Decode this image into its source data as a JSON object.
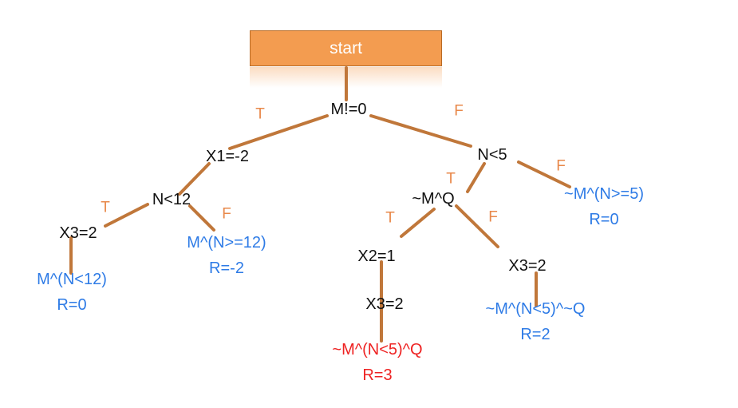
{
  "colors": {
    "edge": "#C0773A",
    "start_fill": "#F39C50",
    "branch_label": "#E8884A",
    "leaf": "#2E7BE6",
    "leaf_highlight": "#EE2222",
    "node_text": "#111111"
  },
  "start": "start",
  "nodes": {
    "root": "M!=0",
    "x1": "X1=-2",
    "n12": "N<12",
    "x3_left": "X3=2",
    "n5": "N<5",
    "mq": "~M^Q",
    "x2": "X2=1",
    "x3_mid": "X3=2",
    "x3_right": "X3=2"
  },
  "leaves": {
    "l1": {
      "cond": "M^(N<12)",
      "reward": "R=0",
      "highlight": false
    },
    "l2": {
      "cond": "M^(N>=12)",
      "reward": "R=-2",
      "highlight": false
    },
    "l3": {
      "cond": "~M^(N>=5)",
      "reward": "R=0",
      "highlight": false
    },
    "l4": {
      "cond": "~M^(N<5)^Q",
      "reward": "R=3",
      "highlight": true
    },
    "l5": {
      "cond": "~M^(N<5)^~Q",
      "reward": "R=2",
      "highlight": false
    }
  },
  "branch_labels": {
    "root_t": "T",
    "root_f": "F",
    "n12_t": "T",
    "n12_f": "F",
    "n5_t": "T",
    "n5_f": "F",
    "mq_t": "T",
    "mq_f": "F"
  }
}
